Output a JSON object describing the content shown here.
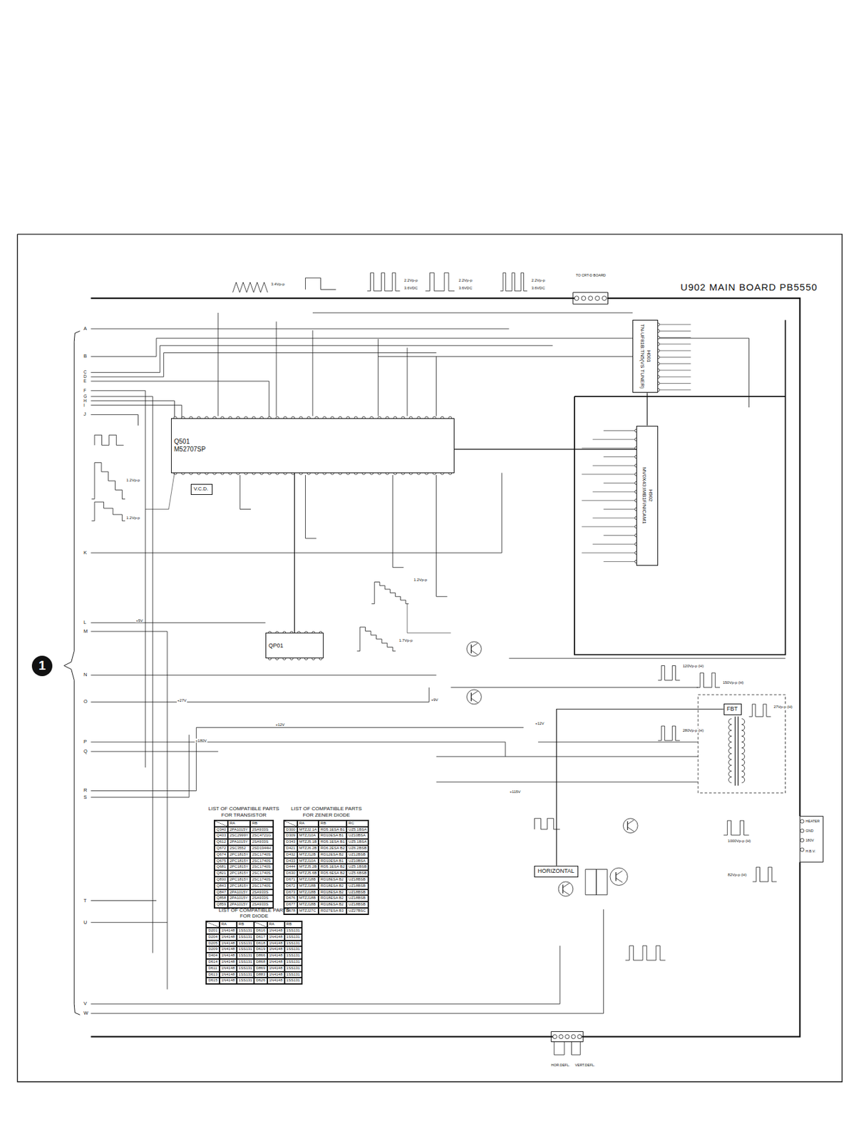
{
  "diagram": {
    "title": "U902 MAIN BOARD PB5550",
    "nodes": [
      {
        "text": [
          "Q501",
          "M52707SP"
        ]
      },
      {
        "text": [
          "V.C.D."
        ]
      },
      {
        "text": [
          "H001",
          "TN-UF81B:TN5(VS TUNER)"
        ]
      },
      {
        "text": [
          "H902",
          "MV0X43:IMB1F/NICAM1"
        ]
      },
      {
        "text": [
          "QP01"
        ]
      },
      {
        "text": [
          "FBT"
        ]
      },
      {
        "text": [
          "HORIZONTAL"
        ]
      },
      {
        "text": [
          "LIST OF COMPATIBLE PARTS FOR TRANSISTOR",
          "RA",
          "RB",
          "Q340",
          "2PA1015Y",
          "2SA933S",
          "Q433",
          "2SC2999Y",
          "2SC4721G",
          "Q612",
          "2PA1015Y",
          "2SA933S",
          "Q672",
          "2SC3552",
          "2SD1944H",
          "Q674",
          "2PC1815Y",
          "2SC1740S",
          "Q675",
          "2PC1815Y",
          "2SC1740S",
          "Q681",
          "2PC1815Y",
          "2SC1740S",
          "Q821",
          "2PC1815Y",
          "2SC1740S",
          "Q830",
          "2PC1815Y",
          "2SC1740S",
          "Q843",
          "2PC1815Y",
          "2SC1740S",
          "Q847",
          "2PA1015Y",
          "2SA933S",
          "Q858",
          "2PA1015Y",
          "2SA933S",
          "Q859",
          "2PA1015Y",
          "2SA933S"
        ]
      },
      {
        "text": [
          "LIST OF COMPATIBLE PARTS FOR ZENER DIODE",
          "RA",
          "RB",
          "RC",
          "D300",
          "MTZJ2.1A",
          "RD5.1ESA B1",
          "UZ5.1BSA",
          "D309",
          "MTZJ10A",
          "RD10ESA B1",
          "UZ10BSA",
          "D343",
          "MTZJ5.1B",
          "RD5.1ESA B1",
          "UZ5.1BSA",
          "D421",
          "MTZJ6.2B",
          "RD6.2ESA B2",
          "UZ6.2BSB",
          "D432",
          "MTZJ12B",
          "RD12ESA B2",
          "UZ12BSB",
          "D433",
          "MTZJ10A",
          "RD10ESA B1",
          "UZ10BSA",
          "D444",
          "MTZJ5.2B",
          "RD5.1ESA B2",
          "UZ5.1BSB",
          "D630",
          "MTZJ5.6B",
          "RD5.6ESA B2",
          "UZ5.6BSB",
          "D671",
          "MTZJ18B",
          "RD18ESA B2",
          "UZ18BSB",
          "D672",
          "MTZJ18B",
          "RD18ESA B2",
          "UZ18BSB",
          "D673",
          "MTZJ18B",
          "RD18ESA B2",
          "UZ18BSB",
          "D676",
          "MTZJ18B",
          "RD18ESA B2",
          "UZ18BSB",
          "D677",
          "MTZJ18B",
          "RD18ESA B2",
          "UZ18BSB",
          "D678",
          "MTZJ27C",
          "RD27ESA B3",
          "UZ27BSC"
        ]
      },
      {
        "text": [
          "LIST OF COMPATIBLE PARTS FOR DIODE",
          "RA",
          "RB",
          "RA",
          "RB",
          "D201",
          "1N4148",
          "1SS131",
          "D616",
          "1N4148",
          "1SS131",
          "D204",
          "1N4148",
          "1SS131",
          "D617",
          "1N4148",
          "1SS131",
          "D205",
          "1N4148",
          "1SS131",
          "D618",
          "1N4148",
          "1SS131",
          "D209",
          "1N4148",
          "1SS131",
          "D619",
          "1N4148",
          "1SS131",
          "D404",
          "1N4148",
          "1SS131",
          "D866",
          "1N4148",
          "1SS131",
          "D614",
          "1N4148",
          "1SS131",
          "D868",
          "1N4148",
          "1SS131",
          "D611",
          "1N4148",
          "1SS131",
          "D869",
          "1N4148",
          "1SS131",
          "D613",
          "1N4148",
          "1SS131",
          "D883",
          "1N4148",
          "1SS131",
          "D615",
          "1N4148",
          "1SS131",
          "D626",
          "1N4148",
          "1SS131"
        ]
      },
      {
        "text": [
          "1"
        ]
      }
    ],
    "edges": [
      {
        "from": 0,
        "to": 3,
        "arrow": "none"
      },
      {
        "from": 2,
        "to": 3,
        "arrow": "none"
      },
      {
        "from": 0,
        "to": 4,
        "arrow": "none"
      },
      {
        "from": 6,
        "to": 5,
        "arrow": "none"
      }
    ],
    "labels": [
      "A",
      "B",
      "C",
      "D",
      "E",
      "F",
      "G",
      "H",
      "I",
      "J",
      "K",
      "L",
      "M",
      "N",
      "O",
      "P",
      "Q",
      "R",
      "S",
      "T",
      "U",
      "V",
      "W",
      "TO CRT-D BOARD",
      "3.4Vp-p",
      "2.2Vp-p",
      "3.6VDC",
      "2.2Vp-p",
      "3.6VDC",
      "2.2Vp-p",
      "3.6VDC",
      "1.2Vp-p",
      "1.2Vp-p",
      "1.2Vp-p",
      "1.7Vp-p",
      "120Vp-p (H)",
      "150Vp-p (H)",
      "27Vp-p (H)",
      "280Vp-p (H)",
      "1000Vp-p (H)",
      "82Vp-p (H)",
      "HOR.DEFL.",
      "VERT.DEFL.",
      "HEATER",
      "GND",
      "180V",
      "H.B.V.",
      "+5V",
      "+9V",
      "+27V",
      "+12V",
      "+180V",
      "+12V",
      "+115V"
    ]
  }
}
